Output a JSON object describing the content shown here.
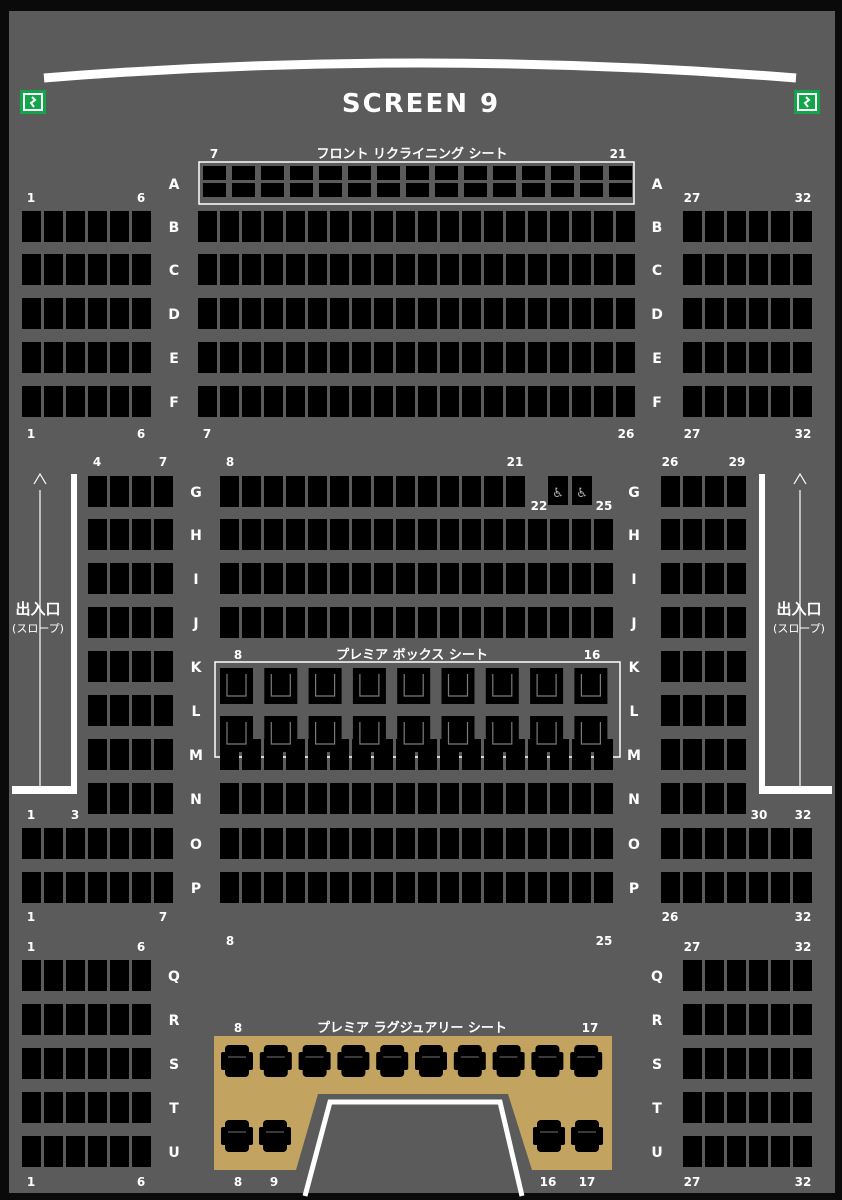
{
  "screen": {
    "title": "SCREEN 9"
  },
  "zones": {
    "front_recliner": "フロント リクライニング シート",
    "premier_box": "プレミア ボックス シート",
    "premier_luxury": "プレミア ラグジュアリー シート"
  },
  "entrance": {
    "label": "出入口",
    "sub": "(スロープ)"
  },
  "rows": {
    "top": [
      "A",
      "B",
      "C",
      "D",
      "E",
      "F"
    ],
    "middle": [
      "G",
      "H",
      "I",
      "J",
      "K",
      "L",
      "M",
      "N",
      "O",
      "P"
    ],
    "bottom": [
      "Q",
      "R",
      "S",
      "T",
      "U"
    ]
  },
  "numbers": {
    "a_start": "7",
    "a_end": "21",
    "tl_start": "1",
    "tl_end": "6",
    "tr_start": "27",
    "tr_end": "32",
    "bl1_start": "1",
    "bl1_end": "6",
    "bc1_start": "7",
    "bc1_end": "26",
    "br1_start": "27",
    "br1_end": "32",
    "g_lstart": "4",
    "g_lend": "7",
    "g_cstart": "8",
    "g_cend": "21",
    "g_rstart": "26",
    "g_rend": "29",
    "wc_start": "22",
    "wc_end": "25",
    "k_start": "8",
    "k_end": "16",
    "n_lstart": "1",
    "n_lend": "3",
    "n_rstart": "30",
    "n_rend": "32",
    "p_lstart": "1",
    "p_lend": "7",
    "p_rstart": "26",
    "p_rend": "32",
    "pc_start": "8",
    "pc_end": "25",
    "q_lstart": "1",
    "q_lend": "6",
    "q_rstart": "27",
    "q_rend": "32",
    "s_start": "8",
    "s_end": "17",
    "u_n1": "8",
    "u_n2": "9",
    "u_n3": "16",
    "u_n4": "17",
    "u_lstart": "1",
    "u_lend": "6",
    "u_rstart": "27",
    "u_rend": "32"
  },
  "colors": {
    "background": "#5b5b5b",
    "frame": "#0a0a0a",
    "seat": "#000000",
    "luxury_zone": "#c3a360",
    "exit_sign": "#12a54a"
  },
  "icons": {
    "exit": "emergency-exit-icon",
    "wheelchair": "wheelchair-icon",
    "arrow": "arrow-up-icon"
  }
}
